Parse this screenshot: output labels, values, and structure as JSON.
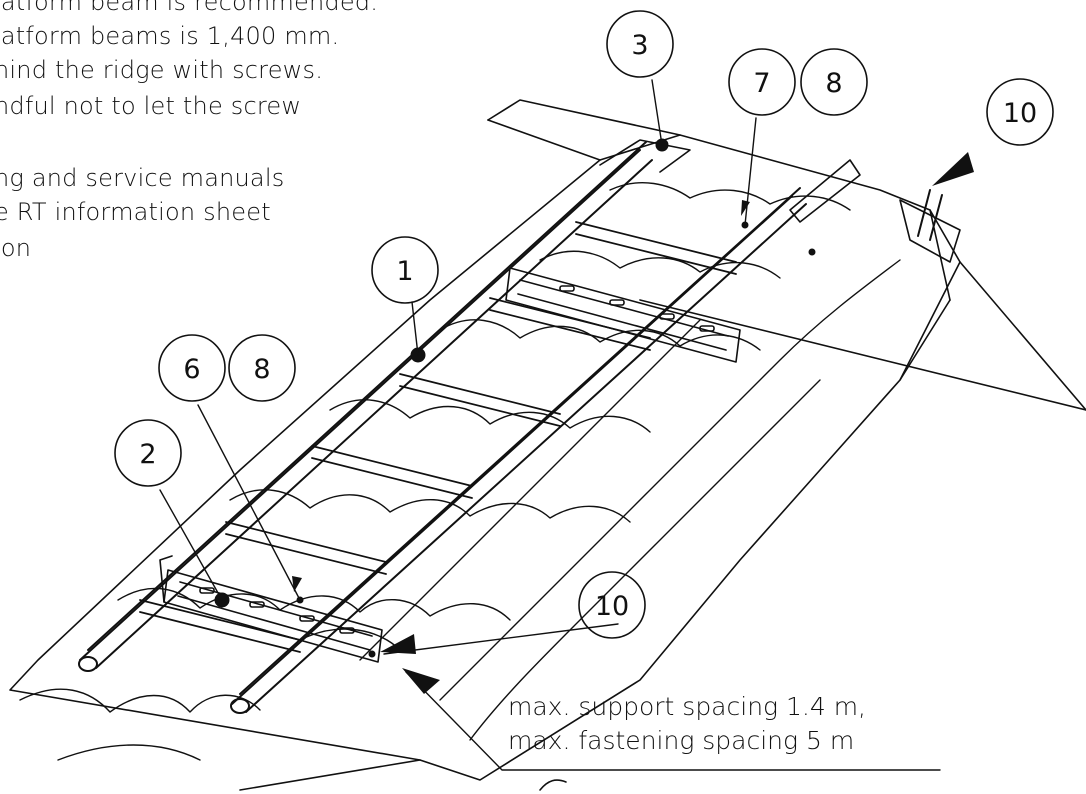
{
  "notes": [
    "latform beam is recommended.",
    "latform beams is 1,400 mm.",
    "hind the ridge with screws.",
    "ndful not to let the screw",
    "ng and service manuals",
    "e RT information sheet",
    "ion"
  ],
  "spacing_note": {
    "line1": "max. support spacing 1.4 m,",
    "line2": "max. fastening spacing 5 m"
  },
  "callouts": {
    "c1": "1",
    "c2": "2",
    "c3": "3",
    "c6": "6",
    "c8a": "8",
    "c7": "7",
    "c8b": "8",
    "c10_top": "10",
    "c10_bottom": "10"
  },
  "colors": {
    "ink": "#111111",
    "background": "#ffffff"
  }
}
